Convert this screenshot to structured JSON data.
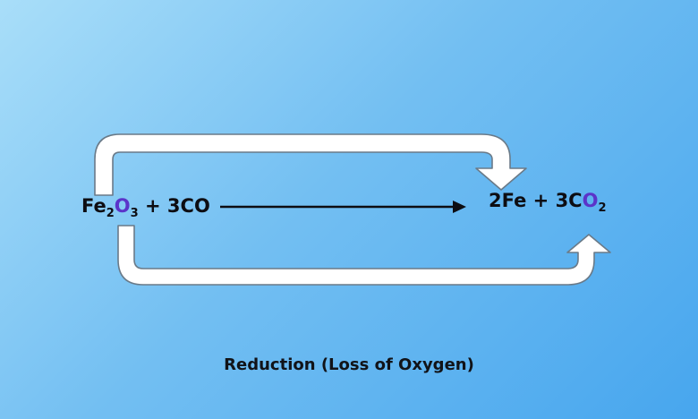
{
  "reactants": {
    "fe": "Fe",
    "fe_sub": "2",
    "o": "O",
    "o_sub": "3",
    "rest": " + 3CO"
  },
  "products": {
    "main": "2Fe + 3C",
    "o": "O",
    "o_sub": "2"
  },
  "caption": "Reduction (Loss of Oxygen)",
  "colors": {
    "oxygen": "#5b34c9",
    "arrow_fill": "#ffffff",
    "arrow_outline": "#6a7a88",
    "background_start": "#a9def9",
    "background_end": "#47a6ee"
  }
}
